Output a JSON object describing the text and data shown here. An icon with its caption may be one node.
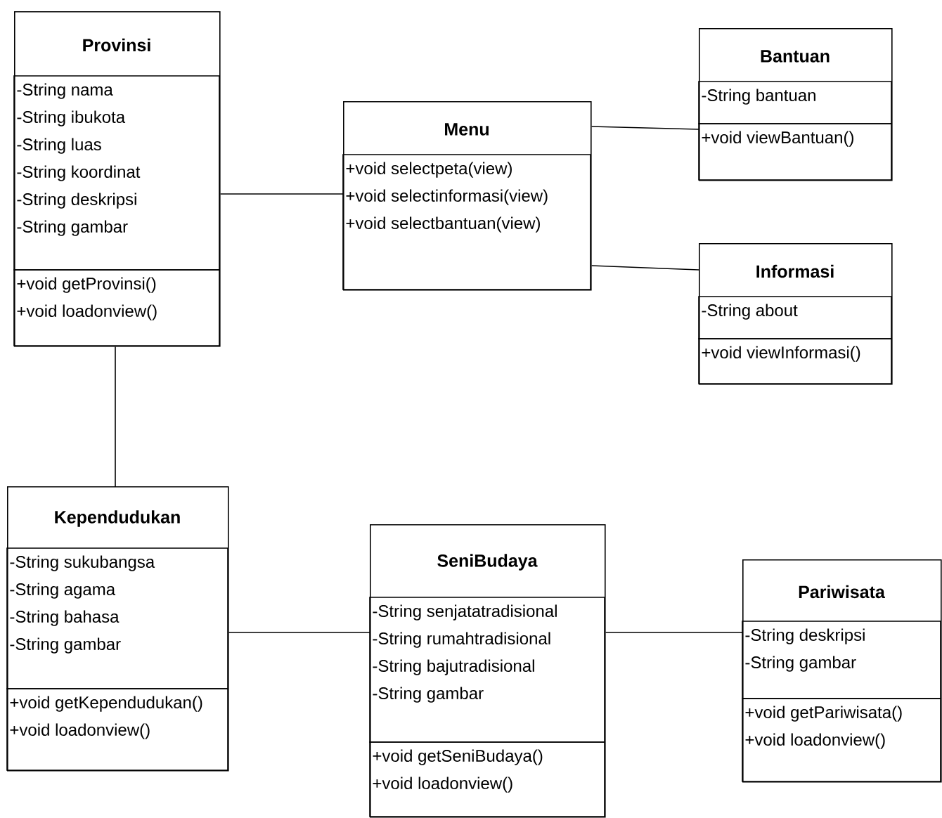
{
  "diagram": {
    "nodes": [
      {
        "text": [
          "Provinsi"
        ]
      },
      {
        "text": [
          "-String nama",
          "-String ibukota",
          "-String luas",
          "-String koordinat",
          "-String deskripsi",
          "-String gambar"
        ],
        "in": 0
      },
      {
        "text": [
          "+void getProvinsi()",
          "+void loadonview()"
        ],
        "in": 0
      },
      {
        "text": [
          "Menu"
        ]
      },
      {
        "text": [
          "+void selectpeta(view)",
          "+void selectinformasi(view)",
          "+void selectbantuan(view)"
        ],
        "in": 3
      },
      {
        "text": [
          "Bantuan"
        ]
      },
      {
        "text": [
          "-String bantuan"
        ],
        "in": 5
      },
      {
        "text": [
          "+void viewBantuan()"
        ],
        "in": 5
      },
      {
        "text": [
          "Informasi"
        ]
      },
      {
        "text": [
          "-String about"
        ],
        "in": 8
      },
      {
        "text": [
          "+void viewInformasi()"
        ],
        "in": 8
      },
      {
        "text": [
          "Kependudukan"
        ]
      },
      {
        "text": [
          "-String sukubangsa",
          "-String agama",
          "-String bahasa",
          "-String gambar"
        ],
        "in": 11
      },
      {
        "text": [
          "+void getKependudukan()",
          "+void loadonview()"
        ],
        "in": 11
      },
      {
        "text": [
          "SeniBudaya"
        ]
      },
      {
        "text": [
          "-String senjatatradisional",
          "-String rumahtradisional",
          "-String bajutradisional",
          "-String gambar"
        ],
        "in": 14
      },
      {
        "text": [
          "+void getSeniBudaya()",
          "+void loadonview()"
        ],
        "in": 14
      },
      {
        "text": [
          "Pariwisata"
        ]
      },
      {
        "text": [
          "-String deskripsi",
          "-String gambar"
        ],
        "in": 17
      },
      {
        "text": [
          "+void getPariwisata()",
          "+void loadonview()"
        ],
        "in": 17
      }
    ],
    "edges": [
      {
        "from": 0,
        "to": 3,
        "arrow": "none"
      },
      {
        "from": 3,
        "to": 5,
        "arrow": "none"
      },
      {
        "from": 3,
        "to": 8,
        "arrow": "none"
      },
      {
        "from": 0,
        "to": 11,
        "arrow": "none"
      },
      {
        "from": 11,
        "to": 14,
        "arrow": "none"
      },
      {
        "from": 14,
        "to": 17,
        "arrow": "none"
      }
    ]
  }
}
